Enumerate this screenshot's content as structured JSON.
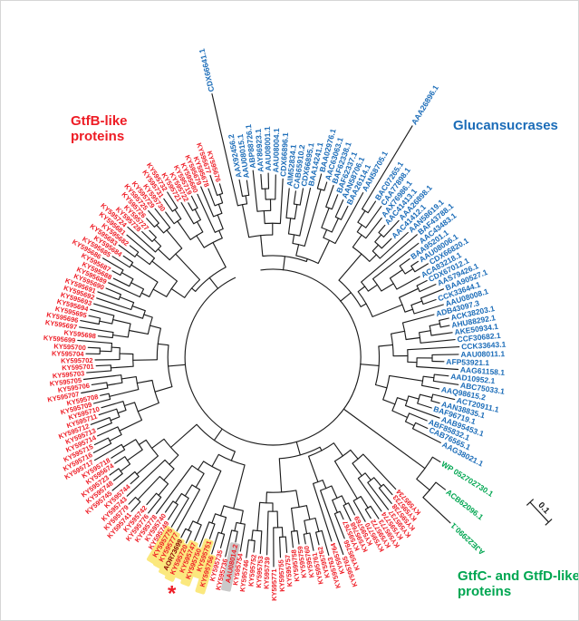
{
  "tree": {
    "branch_color": "#1c1c1c",
    "scale_bar_label": "0.1",
    "asterisk_marker": "*",
    "special_taxon_color": "#8b0000",
    "highlight_colors": {
      "yellow": "#fbe87e",
      "gray": "#c9c9c9"
    },
    "clades": {
      "glucansucrases": {
        "heading": "Glucansucrases",
        "color": "#1b6cb8",
        "taxa": [
          {
            "label": "CDX66641.1",
            "long_branch": true
          },
          "AAX92456.2",
          "AAU08015.1",
          "ABP88726.1",
          "AAY86923.1",
          "AAU08001.1",
          "AAU08004.1",
          "CDX66896.1",
          "AIM52834.1",
          "CAB65910.2",
          "CDX66895.1",
          "BAA14241.1",
          "BAA02976.1",
          "AAC63063.1",
          "BAF62338.1",
          "BAF62337.1",
          "AAN58706.1",
          "BAA26114.1",
          "AAN58705.1",
          {
            "label": "AAA26896.1",
            "long_branch": true
          },
          "BAC07265.1",
          "CAA77898.1",
          "AAX76986.1",
          "AAC41413.1",
          "AAA26898.1",
          "AAC41412.1",
          "AAN58619.1",
          "BAF43788.1",
          "AAC43483.1",
          "BAA95201.1",
          "AAU08006.1",
          "CDX66820.1",
          "ACA83218.1",
          "CDX67012.1",
          "AAS79426.1",
          "BAA90527.1",
          "CCK33644.1",
          "AAU08008.1",
          "ADB43097.3",
          "ACK38203.1",
          "AHU88292.1",
          "AKE50934.1",
          "CCF30682.1",
          "CCK33643.1",
          "AAU08011.1",
          "AFP53921.1",
          "AAG61158.1",
          "AAD10952.1",
          "ABC75033.1",
          "AAQ98615.2",
          "ACT20911.1",
          "AAN38835.1",
          "BAF96719.1",
          "AAB95453.1",
          "ABF85832.1",
          "CAB76565.1",
          "AAG38021.1"
        ]
      },
      "gtfc_gtfd_like": {
        "heading_lines": [
          "GtfC- and GtfD-like",
          "proteins"
        ],
        "color": "#00a651",
        "taxa": [
          {
            "label": "WP 052702730.1",
            "long_branch": true
          },
          {
            "label": "ACB62096.1",
            "long_branch": true
          },
          {
            "label": "AJE22990.1",
            "long_branch": true
          }
        ]
      },
      "gtfb_like": {
        "heading_lines": [
          "GtfB-like",
          "proteins"
        ],
        "color": "#ee1c25",
        "taxa": [
          "KY595734",
          "KY595733",
          "KY595738",
          "KY595737",
          "KY595774",
          "KY595773",
          "KY595772",
          "KY595770",
          "KY595769",
          "KY595768",
          "KY595767",
          "KY595766",
          "KY595765",
          "KY595764",
          "KY595763",
          "KY595762",
          "KY595761",
          "KY595760",
          "KY595759",
          "KY595758",
          "KY595757",
          "KY595755",
          "KY595771",
          "KY595739",
          "KY595753",
          "KY595752",
          "KY595746",
          "KY595754",
          {
            "label": "AAU08014.2",
            "highlight": "gray"
          },
          "KY595736",
          "KY595735",
          {
            "label": "KY595756",
            "highlight": "yellow"
          },
          {
            "label": "KY595751",
            "highlight": "yellow"
          },
          {
            "label": "KY595750",
            "highlight": "yellow"
          },
          {
            "label": "KY595747",
            "highlight": "yellow"
          },
          {
            "label": "KY595720",
            "highlight": "yellow"
          },
          {
            "label": "AOR73699",
            "highlight": "yellow",
            "special": true
          },
          {
            "label": "KY595777",
            "highlight": "yellow"
          },
          {
            "label": "KY595775",
            "highlight": "yellow"
          },
          "KY595749",
          "KY595740",
          "KY595778",
          "KY595776",
          "KY595742",
          "KY595741",
          "KY595779",
          "KY595743",
          "KY595744",
          "KY595745",
          "KY595748",
          "KY595723",
          "KY595674",
          "KY595718",
          "KY595717",
          "KY595716",
          "KY595715",
          "KY595714",
          "KY595713",
          "KY595712",
          "KY595711",
          "KY595710",
          "KY595709",
          "KY595708",
          "KY595707",
          "KY595706",
          "KY595705",
          "KY595703",
          "KY595701",
          "KY595702",
          "KY595704",
          "KY595700",
          "KY595699",
          "KY595698",
          "KY595697",
          "KY595696",
          "KY595695",
          "KY595694",
          "KY595693",
          "KY595692",
          "KY595691",
          "KY595690",
          "KY595689",
          "KY595688",
          "KY595687",
          "KY595686",
          "KY595685",
          "KY595684",
          "KY595683",
          "KY595682",
          "KY595681",
          "KY595724",
          "KY595728",
          "KY595727",
          "KY595726",
          "KY595725",
          "KY595729",
          "KY595730",
          "KY595731",
          "KY595732",
          "KY595721",
          "KY595722",
          "KY595719",
          "KY595680",
          "KY595679",
          "KY595678",
          "KY595677",
          "KY595676"
        ]
      }
    }
  }
}
